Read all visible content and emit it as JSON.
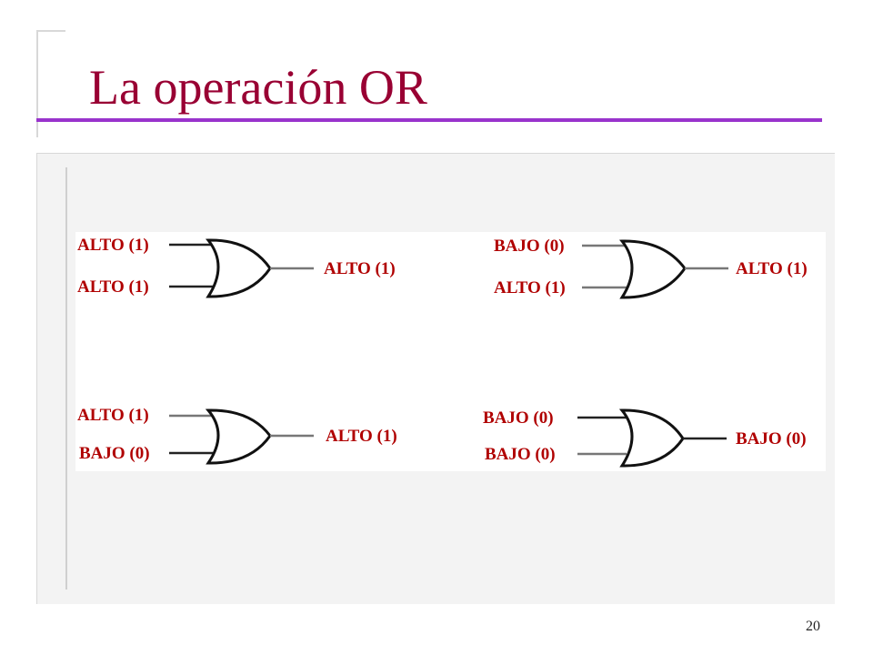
{
  "slide": {
    "title": "La operación OR",
    "page_number": "20"
  },
  "colors": {
    "title": "#990033",
    "rule": "#9933cc",
    "labels": "#b00000",
    "panel": "#f3f3f3"
  },
  "gates": [
    {
      "input_a": "ALTO (1)",
      "input_b": "ALTO (1)",
      "output": "ALTO (1)"
    },
    {
      "input_a": "BAJO (0)",
      "input_b": "ALTO (1)",
      "output": "ALTO (1)"
    },
    {
      "input_a": "ALTO (1)",
      "input_b": "BAJO (0)",
      "output": "ALTO (1)"
    },
    {
      "input_a": "BAJO (0)",
      "input_b": "BAJO (0)",
      "output": "BAJO (0)"
    }
  ]
}
